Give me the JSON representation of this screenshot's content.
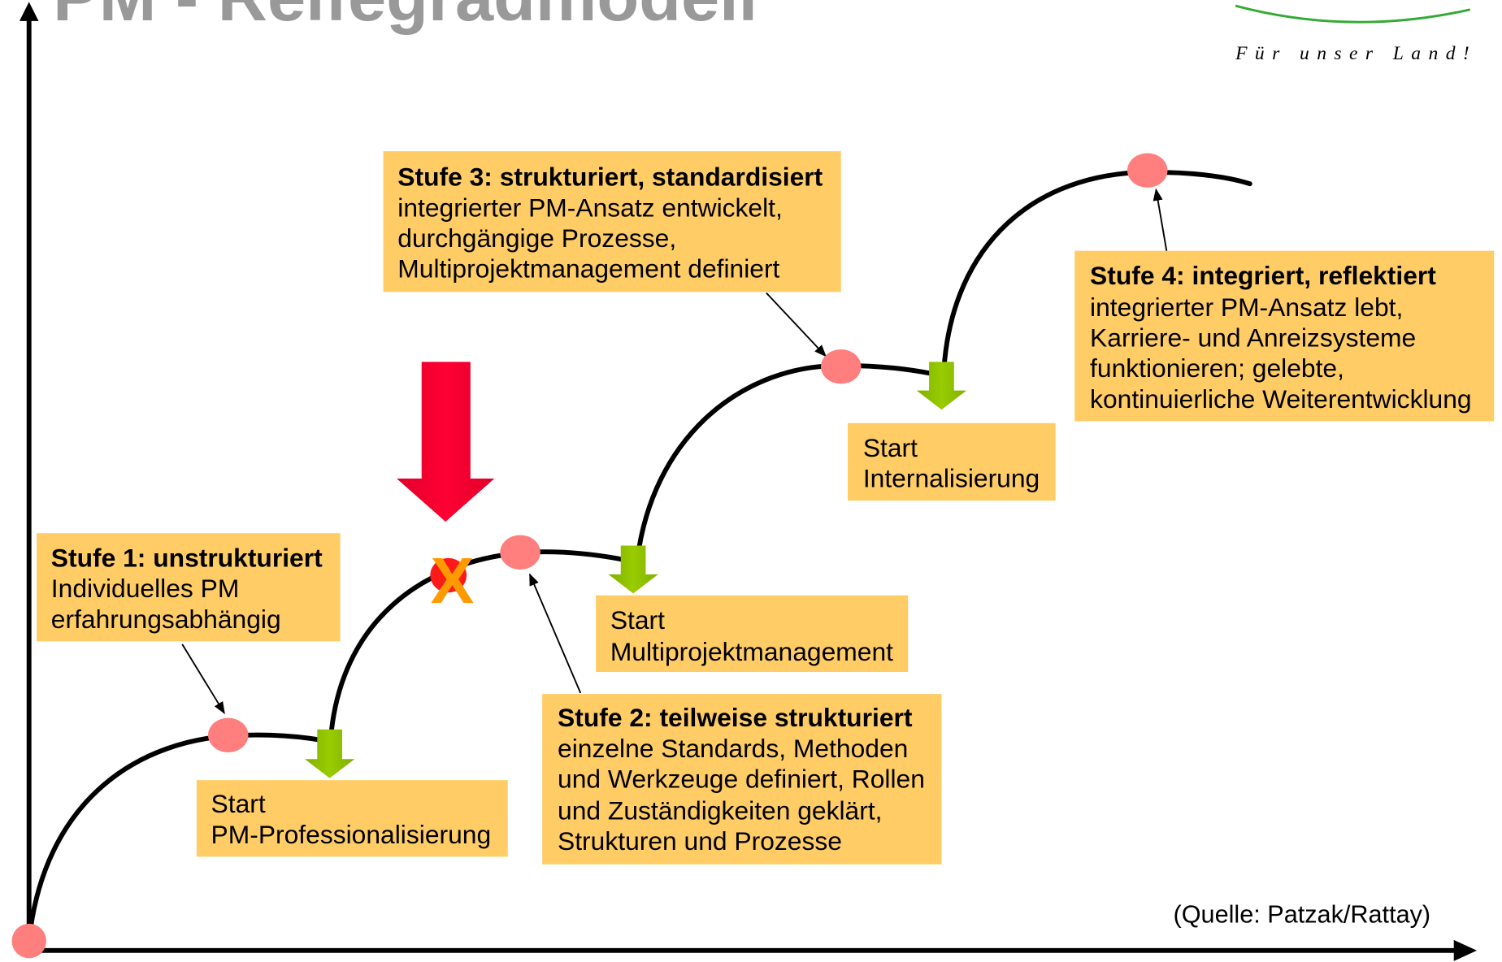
{
  "title": "PM - Reifegradmodell",
  "logo": {
    "slogan": "Für unser Land!"
  },
  "source_note": "(Quelle: Patzak/Rattay)",
  "marker": {
    "label": "X"
  },
  "stages": [
    {
      "heading": "Stufe 1: unstrukturiert",
      "lines": [
        "Individuelles PM",
        "erfahrungsabhängig"
      ]
    },
    {
      "heading": "Stufe 2: teilweise strukturiert",
      "lines": [
        "einzelne Standards, Methoden",
        "und Werkzeuge definiert, Rollen",
        "und Zuständigkeiten geklärt,",
        "Strukturen und Prozesse"
      ]
    },
    {
      "heading": "Stufe 3: strukturiert, standardisiert",
      "lines": [
        "integrierter PM-Ansatz entwickelt,",
        "durchgängige Prozesse,",
        "Multiprojektmanagement definiert"
      ]
    },
    {
      "heading": "Stufe 4: integriert, reflektiert",
      "lines": [
        "integrierter PM-Ansatz lebt,",
        "Karriere- und Anreizsysteme",
        "funktionieren; gelebte,",
        "kontinuierliche Weiterentwicklung"
      ]
    }
  ],
  "transitions": [
    {
      "lines": [
        "Start",
        "PM-Professionalisierung"
      ]
    },
    {
      "lines": [
        "Start",
        "Multiprojektmanagement"
      ]
    },
    {
      "lines": [
        "Start",
        "Internalisierung"
      ]
    }
  ],
  "colors": {
    "title": "#999999",
    "box_fill": "#ffcc66",
    "milestone": "#ff7f7f",
    "current_position": "#ff1a1a",
    "marker": "#ff9900",
    "transition_arrow": "#99cc00",
    "highlight_arrow": "#ff0033",
    "curve": "#000000",
    "logo_line": "#33aa33"
  }
}
